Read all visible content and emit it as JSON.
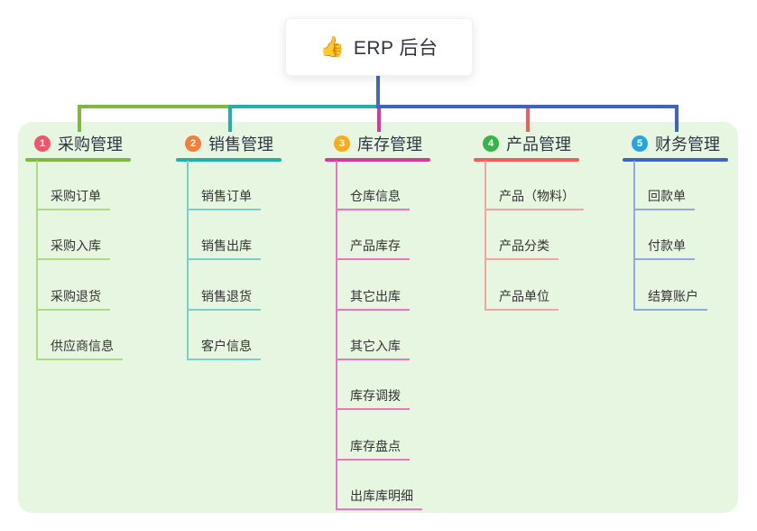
{
  "root": {
    "icon": "👍",
    "label": "ERP 后台"
  },
  "colors": {
    "canvas_bg": "#ffffff",
    "panel_bg": "#e7f6e1",
    "root_connector": "#4565c8",
    "text": "#2f3542",
    "item_text": "#333333"
  },
  "branches": [
    {
      "number": "1",
      "label": "采购管理",
      "badge_color": "#f1556b",
      "line_color": "#7cb93e",
      "item_line_color": "#aeda84",
      "items": [
        "采购订单",
        "采购入库",
        "采购退货",
        "供应商信息"
      ]
    },
    {
      "number": "2",
      "label": "销售管理",
      "badge_color": "#f57d3e",
      "line_color": "#20b2a6",
      "item_line_color": "#79d0c6",
      "items": [
        "销售订单",
        "销售出库",
        "销售退货",
        "客户信息"
      ]
    },
    {
      "number": "3",
      "label": "库存管理",
      "badge_color": "#f8ac1b",
      "line_color": "#d6399e",
      "item_line_color": "#ef74be",
      "items": [
        "仓库信息",
        "产品库存",
        "其它出库",
        "其它入库",
        "库存调拨",
        "库存盘点",
        "出库库明细"
      ]
    },
    {
      "number": "4",
      "label": "产品管理",
      "badge_color": "#36b44a",
      "line_color": "#f45b5b",
      "item_line_color": "#f8a3a3",
      "items": [
        "产品（物料）",
        "产品分类",
        "产品单位"
      ]
    },
    {
      "number": "5",
      "label": "财务管理",
      "badge_color": "#28a5df",
      "line_color": "#3d63c8",
      "item_line_color": "#93a8e0",
      "items": [
        "回款单",
        "付款单",
        "结算账户"
      ]
    }
  ]
}
